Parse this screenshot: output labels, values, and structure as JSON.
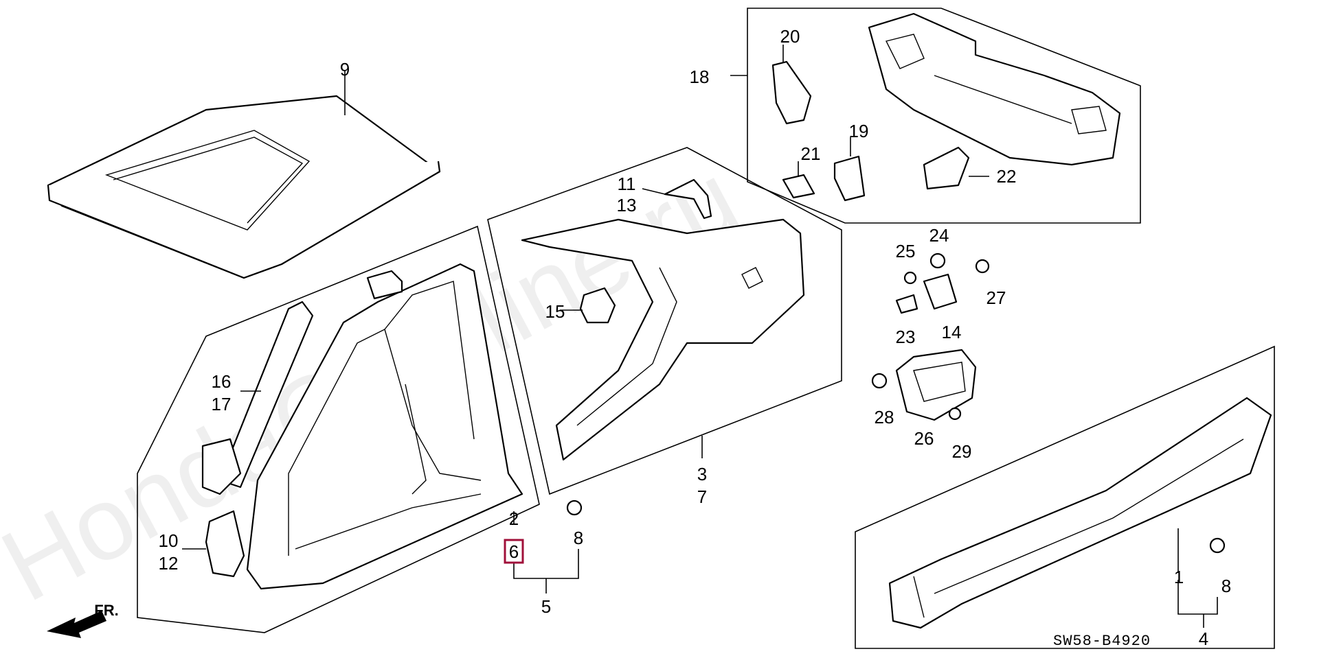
{
  "diagram": {
    "code": "SW58-B4920",
    "watermark": "HondaCarMine.ru",
    "direction_label": "FR.",
    "highlight_color": "#a0103a",
    "callouts": {
      "c1": "1",
      "c2": "2",
      "c3": "3",
      "c4": "4",
      "c5": "5",
      "c6": "6",
      "c7": "7",
      "c8a": "8",
      "c8b": "8",
      "c9": "9",
      "c10": "10",
      "c11": "11",
      "c12": "12",
      "c13": "13",
      "c14": "14",
      "c15": "15",
      "c16": "16",
      "c17": "17",
      "c18": "18",
      "c19": "19",
      "c20": "20",
      "c21": "21",
      "c22": "22",
      "c23": "23",
      "c24": "24",
      "c25": "25",
      "c26": "26",
      "c27": "27",
      "c28": "28",
      "c29": "29"
    }
  }
}
